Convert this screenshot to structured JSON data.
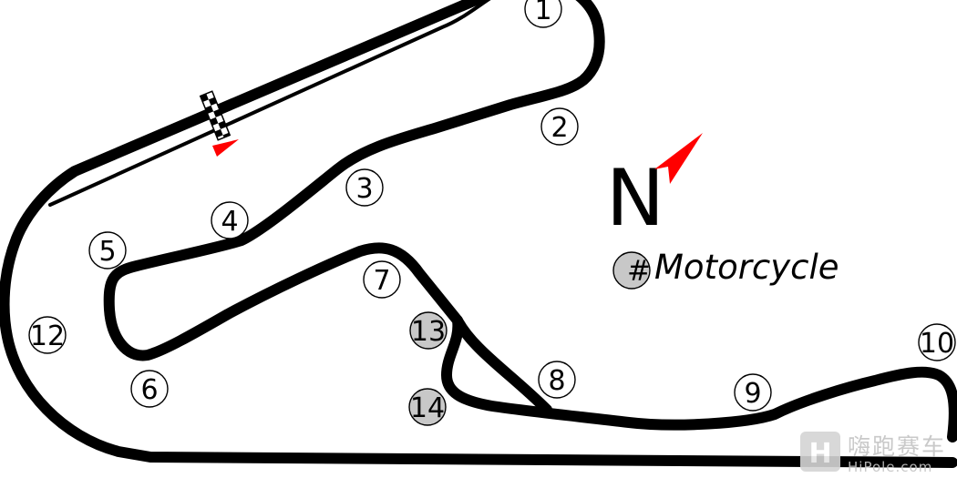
{
  "map": {
    "corners": [
      {
        "id": "corner-1",
        "label": "1",
        "style": "white"
      },
      {
        "id": "corner-2",
        "label": "2",
        "style": "white"
      },
      {
        "id": "corner-3",
        "label": "3",
        "style": "white"
      },
      {
        "id": "corner-4",
        "label": "4",
        "style": "white"
      },
      {
        "id": "corner-5",
        "label": "5",
        "style": "white"
      },
      {
        "id": "corner-6",
        "label": "6",
        "style": "white"
      },
      {
        "id": "corner-7",
        "label": "7",
        "style": "white"
      },
      {
        "id": "corner-8",
        "label": "8",
        "style": "white"
      },
      {
        "id": "corner-9",
        "label": "9",
        "style": "white"
      },
      {
        "id": "corner-10",
        "label": "10",
        "style": "white"
      },
      {
        "id": "corner-12",
        "label": "12",
        "style": "white"
      },
      {
        "id": "corner-13",
        "label": "13",
        "style": "grey"
      },
      {
        "id": "corner-14",
        "label": "14",
        "style": "grey"
      }
    ],
    "north_label": "N",
    "legend": {
      "symbol": "#",
      "label": "Motorcycle"
    },
    "colors": {
      "track": "#000000",
      "arrow": "#ff0000",
      "grey_marker": "#c8c8c8",
      "white_marker": "#ffffff",
      "watermark": "#c4c4c4"
    },
    "watermark": {
      "icon": "hipole-logo-icon",
      "cjk": "嗨跑赛车",
      "latin": "HiPole.com"
    }
  }
}
